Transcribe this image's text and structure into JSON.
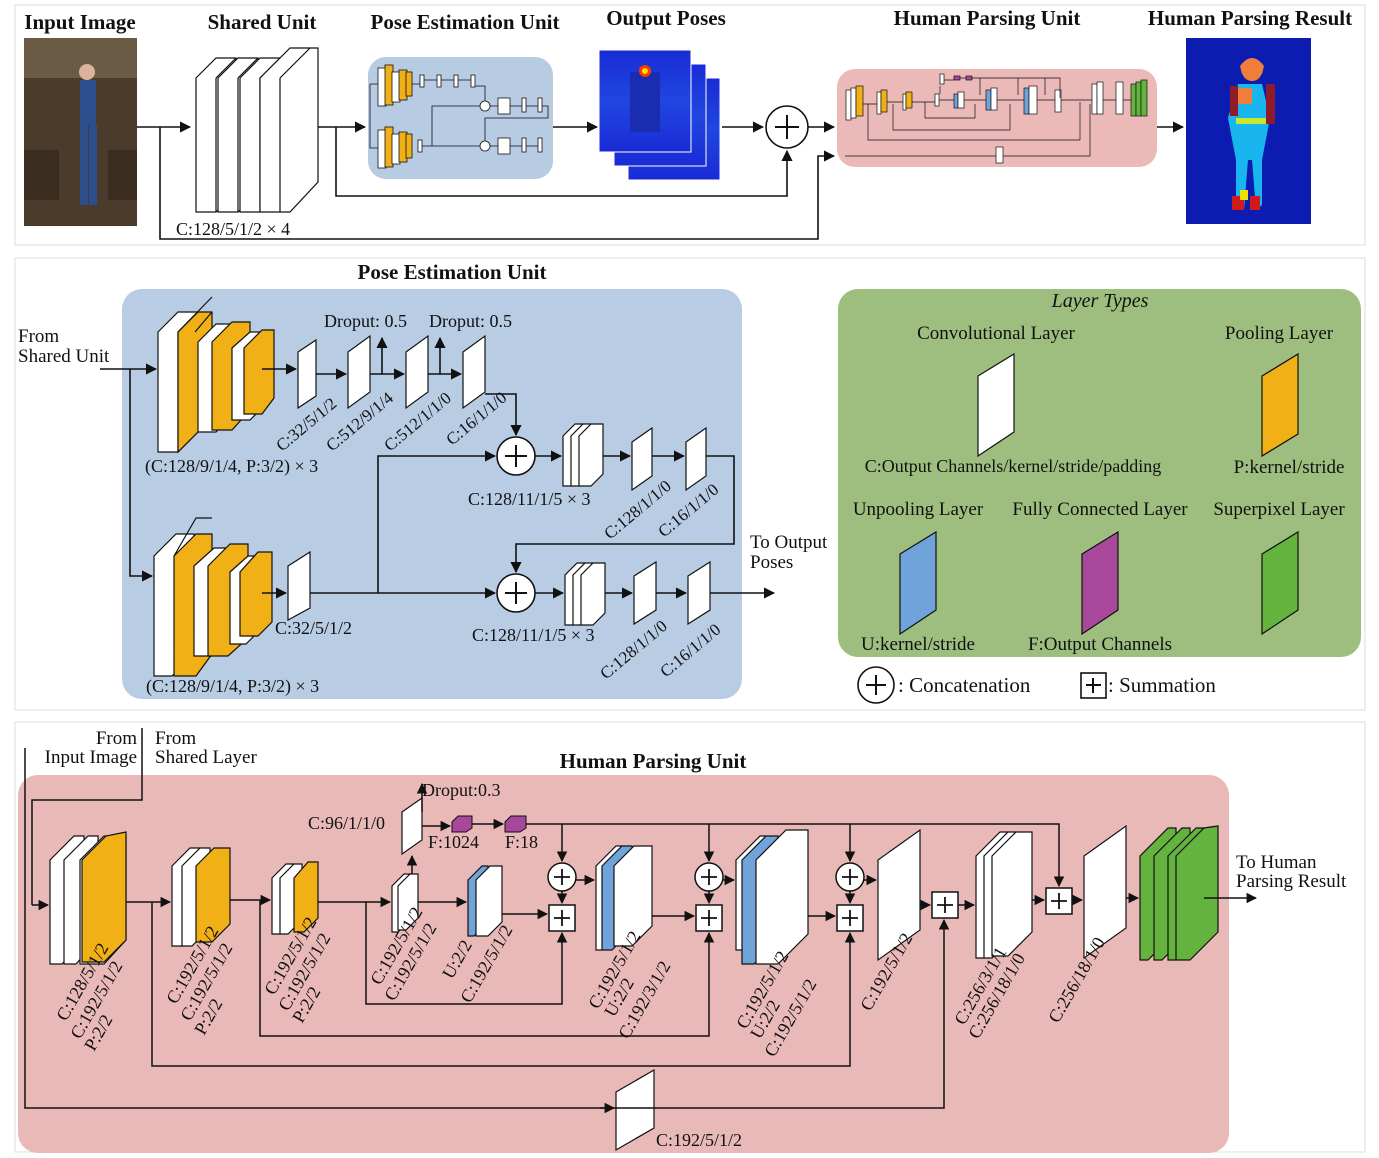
{
  "top": {
    "input_image": "Input Image",
    "shared_unit": "Shared Unit",
    "pose_unit": "Pose Estimation Unit",
    "output_poses": "Output Poses",
    "parsing_unit": "Human Parsing Unit",
    "parsing_result": "Human Parsing Result",
    "shared_label": "C:128/5/1/2 × 4"
  },
  "pose": {
    "title": "Pose Estimation Unit",
    "from_line1": "From",
    "from_line2": "Shared Unit",
    "dropout1": "Droput: 0.5",
    "dropout2": "Droput: 0.5",
    "stack1_label": "(C:128/9/1/4, P:3/2) × 3",
    "stack2_label": "(C:128/9/1/4, P:3/2) × 3",
    "c1": "C:32/5/1/2",
    "c2": "C:512/9/1/4",
    "c3": "C:512/1/1/0",
    "c4": "C:16/1/1/0",
    "mid1": "C:128/11/1/5 × 3",
    "c5": "C:128/1/1/0",
    "c6": "C:16/1/1/0",
    "c32b": "C:32/5/1/2",
    "mid2": "C:128/11/1/5 × 3",
    "c7": "C:128/1/1/0",
    "c8": "C:16/1/1/0",
    "to_line1": "To Output",
    "to_line2": "Poses"
  },
  "legend": {
    "title": "Layer Types",
    "conv": "Convolutional Layer",
    "conv_desc": "C:Output Channels/kernel/stride/padding",
    "pool": "Pooling Layer",
    "pool_desc": "P:kernel/stride",
    "unpool": "Unpooling Layer",
    "unpool_desc": "U:kernel/stride",
    "fc": "Fully Connected Layer",
    "fc_desc": "F:Output Channels",
    "superpixel": "Superpixel Layer",
    "concat": ": Concatenation",
    "sum": ": Summation",
    "colors": {
      "conv": "#ffffff",
      "pool": "#f0b016",
      "unpool": "#6fa3da",
      "fc": "#a8489c",
      "superpixel": "#64b33e"
    }
  },
  "parsing": {
    "title": "Human Parsing Unit",
    "from_img1": "From",
    "from_img2": "Input Image",
    "from_sh1": "From",
    "from_sh2": "Shared Layer",
    "dropout": "Droput:0.3",
    "c96": "C:96/1/1/0",
    "f1024": "F:1024",
    "f18": "F:18",
    "b1a": "C:128/5/1/2",
    "b1b": "C:192/5/1/2",
    "b1c": "P:2/2",
    "b2a": "C:192/5/1/2",
    "b2b": "C:192/5/1/2",
    "b2c": "P:2/2",
    "b3a": "C:192/5/1/2",
    "b3b": "C:192/5/1/2",
    "b3c": "P:2/2",
    "b4a": "C:192/5/1/2",
    "b4b": "C:192/5/1/2",
    "u1a": "U:2/2",
    "u1b": "C:192/5/1/2",
    "u2a": "C:192/5/1/2",
    "u2b": "U:2/2",
    "u2c": "C:192/3/1/2",
    "u3a": "C:192/5/1/2",
    "u3b": "U:2/2",
    "u3c": "C:192/5/1/2",
    "c192": "C:192/5/1/2",
    "c256a": "C:256/3/1/1",
    "c256b": "C:256/18/1/0",
    "c256c": "C:256/18/1/0",
    "bottom": "C:192/5/1/2",
    "to1": "To Human",
    "to2": "Parsing Result"
  }
}
